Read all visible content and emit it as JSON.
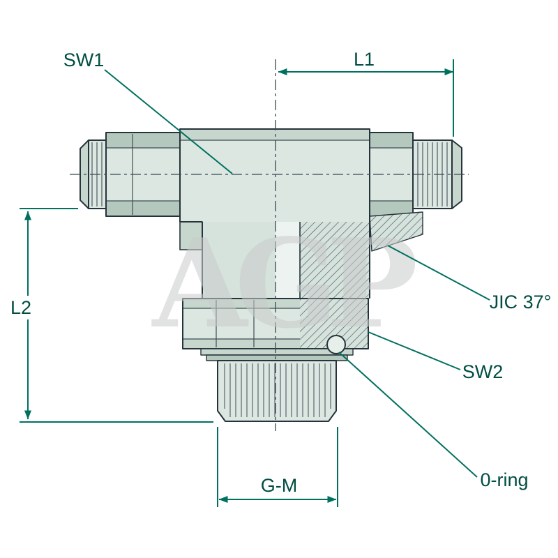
{
  "diagram": {
    "type": "technical-drawing",
    "subject": "Hydraulic tee adapter fitting, half-section view with dimension callouts",
    "watermark": "AGP",
    "labels": {
      "sw1": "SW1",
      "l1": "L1",
      "l2": "L2",
      "jic": "JIC 37°",
      "sw2": "SW2",
      "oring": "0-ring",
      "gm": "G-M"
    },
    "colors": {
      "dimension_lines": "#00705F",
      "label_text": "#004D42",
      "outline": "#25333B",
      "fill_light": "#DCE7E1",
      "fill_mid": "#C8D7CE",
      "fill_band": "#B4C8BD",
      "watermark": "#C9CCCB",
      "background": "#FFFFFF"
    }
  }
}
